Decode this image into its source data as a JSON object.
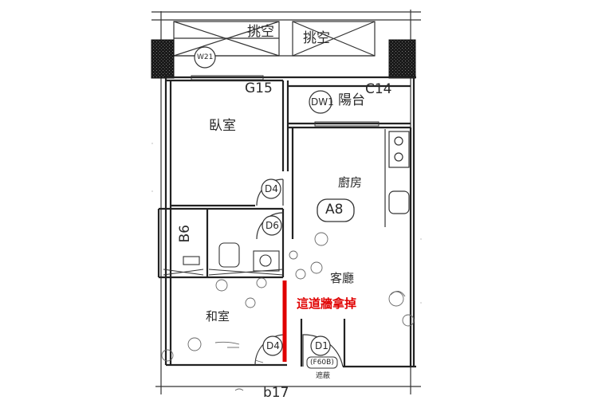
{
  "labels": {
    "void_left": "挑空",
    "void_right": "挑空",
    "window_w21": "W21",
    "window_g15": "G15",
    "balcony_door": "DW1",
    "balcony": "陽台",
    "code_c14": "C14",
    "bedroom": "臥室",
    "kitchen": "廚房",
    "unit_type": "A8",
    "door_d4_top": "D4",
    "door_d6": "D6",
    "bathroom": "B6",
    "living_room": "客廳",
    "japanese_room": "和室",
    "annotation_remove_wall": "這道牆拿掉",
    "door_d4_bottom": "D4",
    "entry_door": "D1",
    "entry_door_code": "(F60B)",
    "entry_note": "遮蔽",
    "bottom_dimension": "b17"
  },
  "colors": {
    "wall": "#222222",
    "column": "#1a1a1a",
    "highlight_wall": "#e00000",
    "pencil": "#555555"
  }
}
